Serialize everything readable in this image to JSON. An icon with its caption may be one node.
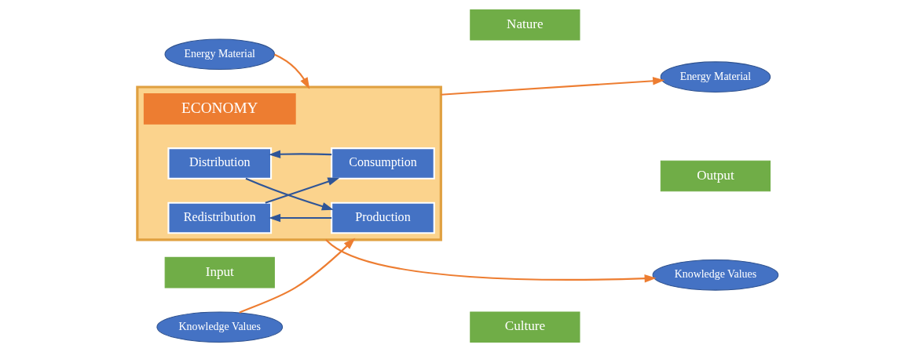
{
  "diagram": {
    "nodes": [
      {
        "text": [
          "Energy Material"
        ]
      },
      {
        "text": [
          "Nature"
        ]
      },
      {
        "text": [
          "Energy Material"
        ]
      },
      {
        "text": [
          "Input"
        ]
      },
      {
        "text": [],
        "shape": "box"
      },
      {
        "text": [
          "Redistribution"
        ],
        "in": 4
      },
      {
        "text": [
          "Production"
        ],
        "in": 4
      },
      {
        "text": [
          "ECONOMY"
        ],
        "in": 4
      },
      {
        "text": [
          "Consumption"
        ],
        "in": 4
      },
      {
        "text": [
          "Distribution"
        ],
        "in": 4
      },
      {
        "text": [
          "Output"
        ]
      },
      {
        "text": [
          "Knowledge Values"
        ]
      },
      {
        "text": [
          "Culture"
        ]
      },
      {
        "text": [
          "Knowledge Values"
        ]
      }
    ],
    "edges": [
      {
        "from": 0,
        "to": 4,
        "arrow": "to",
        "color": "#ed7d31"
      },
      {
        "from": 11,
        "to": 4,
        "arrow": "to",
        "color": "#ed7d31"
      },
      {
        "from": 4,
        "to": 2,
        "arrow": "to",
        "color": "#ed7d31"
      },
      {
        "from": 4,
        "to": 13,
        "arrow": "to",
        "color": "#ed7d31"
      },
      {
        "from": 6,
        "to": 5,
        "arrow": "to",
        "color": "#2f5597"
      },
      {
        "from": 5,
        "to": 8,
        "arrow": "to",
        "color": "#2f5597"
      },
      {
        "from": 8,
        "to": 9,
        "arrow": "to",
        "color": "#2f5597"
      },
      {
        "from": 9,
        "to": 6,
        "arrow": "to",
        "color": "#2f5597"
      }
    ]
  }
}
